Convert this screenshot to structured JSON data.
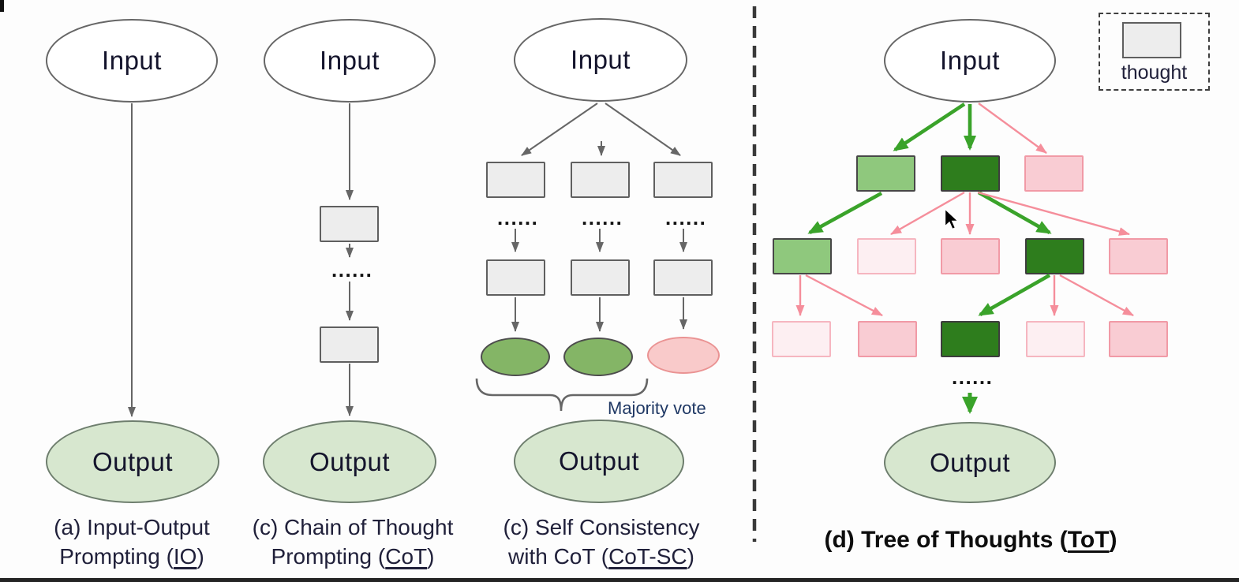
{
  "panels": {
    "io": {
      "input_label": "Input",
      "output_label": "Output",
      "caption_line1": "(a) Input-Output",
      "caption_line2_prefix": "Prompting (",
      "caption_underlined": "IO",
      "caption_line2_suffix": ")"
    },
    "cot": {
      "input_label": "Input",
      "output_label": "Output",
      "dots": "......",
      "caption_line1": "(c) Chain of Thought",
      "caption_line2_prefix": "Prompting (",
      "caption_underlined": "CoT",
      "caption_line2_suffix": ")"
    },
    "cot_sc": {
      "input_label": "Input",
      "output_label": "Output",
      "dots": "......",
      "majority_vote_label": "Majority vote",
      "caption_line1": "(c) Self Consistency",
      "caption_line2_prefix": "with CoT (",
      "caption_underlined": "CoT-SC",
      "caption_line2_suffix": ")"
    },
    "tot": {
      "input_label": "Input",
      "output_label": "Output",
      "dots": "......",
      "legend_label": "thought",
      "caption_prefix": "(d) Tree of Thoughts (",
      "caption_underlined": "ToT",
      "caption_suffix": ")"
    }
  },
  "colors": {
    "thought_box_fill": "#ededed",
    "thought_box_border": "#5f5f5f",
    "output_ellipse_fill": "#d7e7cf",
    "green_ellipse_fill": "#84b566",
    "pink_ellipse_fill": "#f9caca",
    "tree_green_light": "#8fc87d",
    "tree_green_dark": "#2e7d1d",
    "tree_pink": "#f9ccd3",
    "tree_pink_pale": "#fdeff2",
    "arrow_gray": "#666666",
    "arrow_green": "#3aa32a",
    "arrow_pink": "#f58e9b",
    "caption_text": "#20203a",
    "majority_text": "#1f3864"
  }
}
